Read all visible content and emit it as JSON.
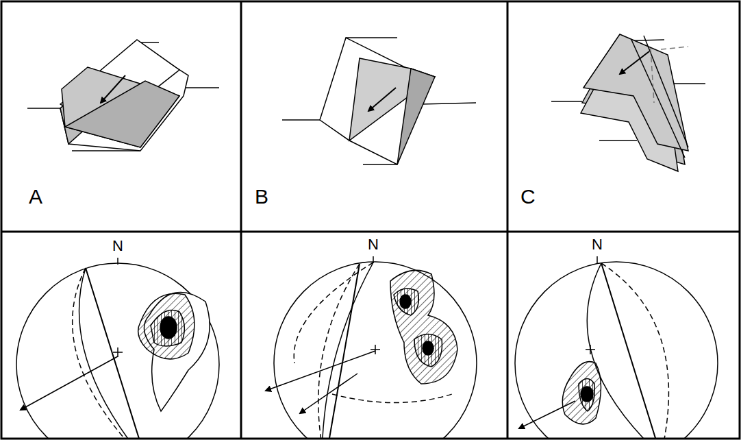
{
  "diagram": {
    "labels": [
      "A",
      "B",
      "C",
      "N",
      "N",
      "N"
    ]
  }
}
